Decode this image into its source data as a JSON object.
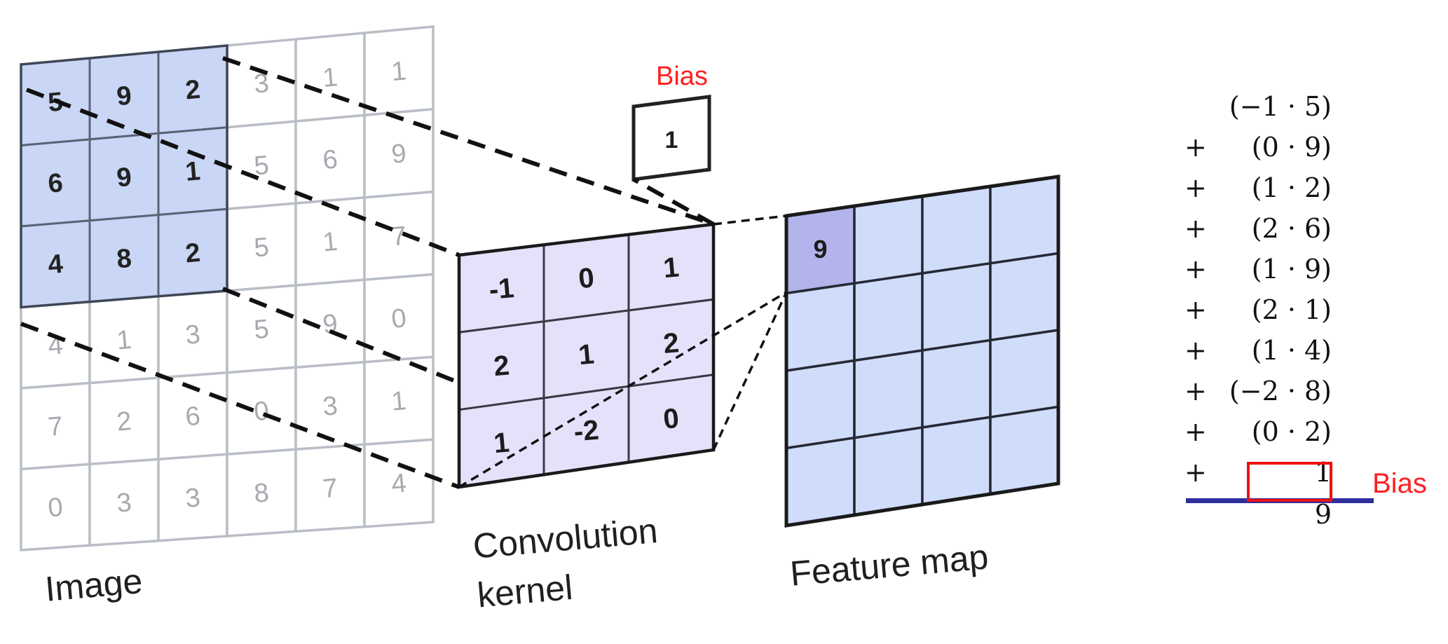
{
  "labels": {
    "image": "Image",
    "kernel_line1": "Convolution",
    "kernel_line2": "kernel",
    "feature_map": "Feature map",
    "bias": "Bias",
    "bias_side": "Bias"
  },
  "image_grid": [
    [
      "5",
      "9",
      "2",
      "3",
      "1",
      "1"
    ],
    [
      "6",
      "9",
      "1",
      "5",
      "6",
      "9"
    ],
    [
      "4",
      "8",
      "2",
      "5",
      "1",
      "7"
    ],
    [
      "4",
      "1",
      "3",
      "5",
      "9",
      "0"
    ],
    [
      "7",
      "2",
      "6",
      "0",
      "3",
      "1"
    ],
    [
      "0",
      "3",
      "3",
      "8",
      "7",
      "4"
    ]
  ],
  "kernel_grid": [
    [
      "-1",
      "0",
      "1"
    ],
    [
      "2",
      "1",
      "2"
    ],
    [
      "1",
      "-2",
      "0"
    ]
  ],
  "bias_value": "1",
  "feature_map_first": "9",
  "calculation": {
    "rows": [
      {
        "op": "",
        "term": "(−1 · 5)"
      },
      {
        "op": "+",
        "term": "(0 · 9)"
      },
      {
        "op": "+",
        "term": "(1 · 2)"
      },
      {
        "op": "+",
        "term": "(2 · 6)"
      },
      {
        "op": "+",
        "term": "(1 · 9)"
      },
      {
        "op": "+",
        "term": "(2 · 1)"
      },
      {
        "op": "+",
        "term": "(1 · 4)"
      },
      {
        "op": "+",
        "term": "(−2 · 8)"
      },
      {
        "op": "+",
        "term": "(0 · 2)"
      },
      {
        "op": "+",
        "term": "1"
      }
    ],
    "result": "9"
  },
  "colors": {
    "highlight_fill": "#c9d6f5",
    "kernel_fill": "#e4e2fb",
    "feature_fill": "#cfdcfa",
    "feature_first_fill": "#b3b4ec",
    "bias_red": "#ff1f1f",
    "sum_line": "#2e2e9c"
  }
}
